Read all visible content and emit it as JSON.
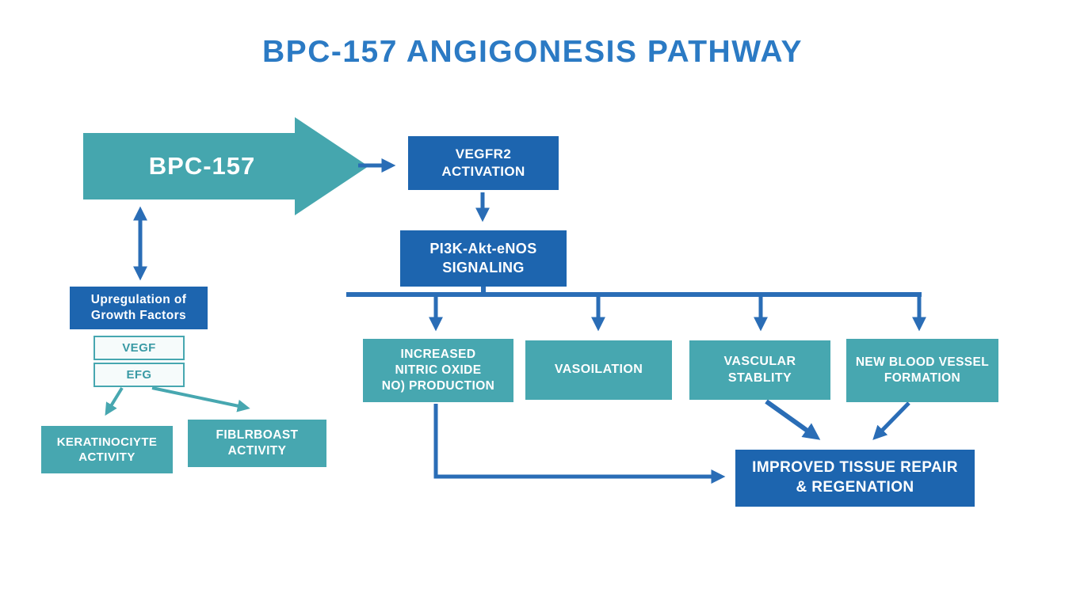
{
  "title": "BPC-157 ANGIGONESIS PATHWAY",
  "colors": {
    "title_blue": "#2b7ac4",
    "box_blue": "#1d65af",
    "teal": "#47a7b0",
    "arrow_blue": "#2a6db6",
    "background": "#ffffff"
  },
  "nodes": {
    "bpc157": {
      "label": "BPC-157"
    },
    "vegfr2": {
      "label": "VEGFR2\nACTIVATION"
    },
    "pi3k": {
      "label": "PI3K-Akt-eNOS\nSIGNALING"
    },
    "upregulation": {
      "label": "Upregulation of\nGrowth Factors"
    },
    "vegf": {
      "label": "VEGF"
    },
    "efg": {
      "label": "EFG"
    },
    "keratinocyte": {
      "label": "KERATINOCIYTE\nACTIVITY"
    },
    "fibroblast": {
      "label": "FIBLRBOAST\nACTIVITY"
    },
    "nitric_oxide": {
      "label": "INCREASED\nNITRIC OXIDE\nNO) PRODUCTION"
    },
    "vasodilation": {
      "label": "VASOILATION"
    },
    "vascular_stability": {
      "label": "VASCULAR\nSTABLITY"
    },
    "new_vessels": {
      "label": "NEW BLOOD VESSEL\nFORMATION"
    },
    "tissue_repair": {
      "label": "IMPROVED TISSUE REPAIR\n& REGENATION"
    }
  }
}
